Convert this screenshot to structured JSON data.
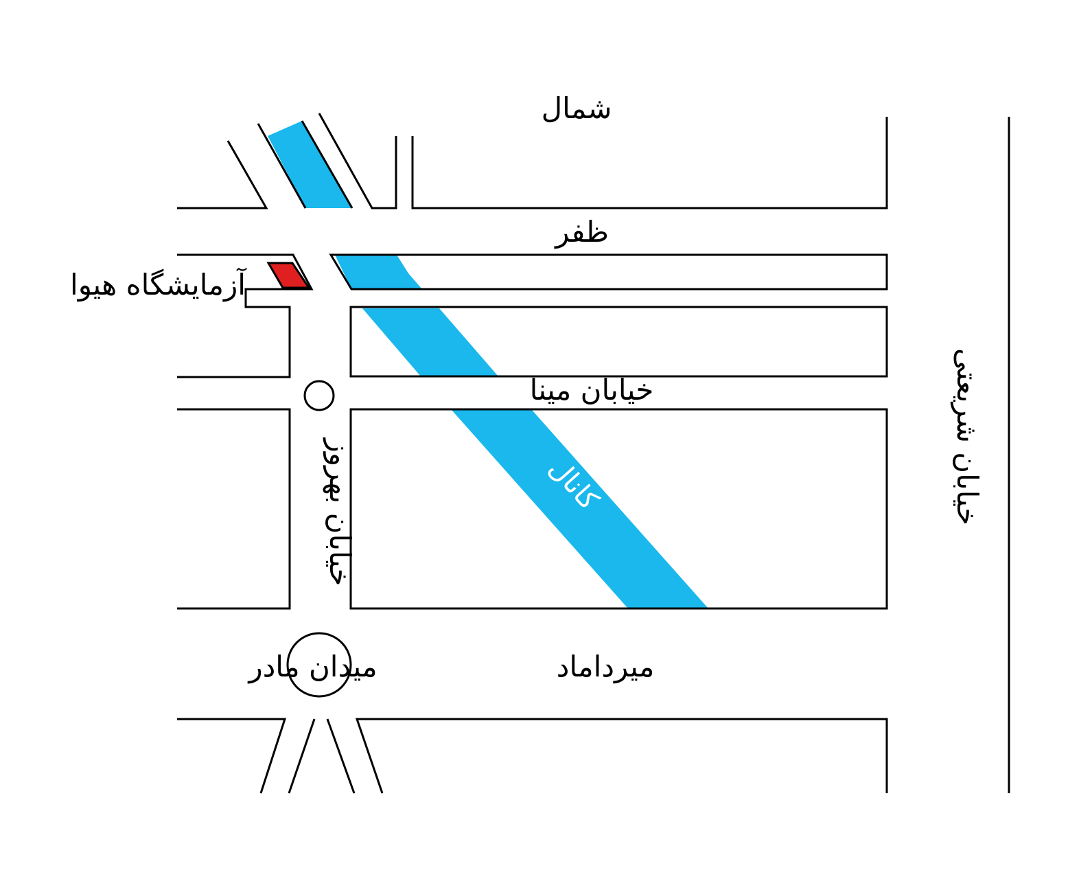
{
  "colors": {
    "canal": "#1ab8ec",
    "marker": "#e02020",
    "roads": "#000000",
    "background": "#ffffff"
  },
  "labels": {
    "north": "شمال",
    "zafar": "ظفر",
    "lab": "آزمایشگاه هیوا",
    "mina": "خیابان مینا",
    "behrouz": "خیابان بهروز",
    "shariati": "خیابان شریعتی",
    "canal": "کانال",
    "madar_square": "میدان مادر",
    "mirdamad": "میرداماد"
  },
  "markers": {
    "lab_marker_icon": "red-parallelogram",
    "roundabouts": [
      "small-roundabout",
      "madar-square-roundabout"
    ]
  }
}
